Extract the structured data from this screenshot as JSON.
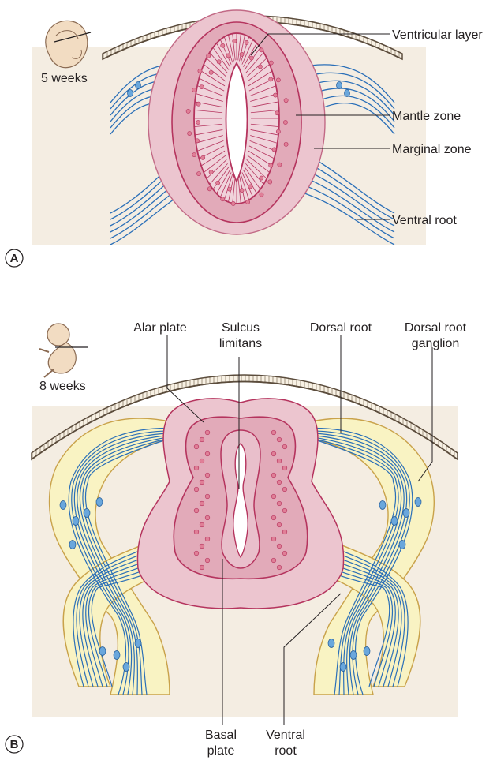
{
  "panel_a": {
    "letter": "A",
    "age": "5 weeks",
    "labels": {
      "ventricular_layer": "Ventricular layer",
      "mantle_zone": "Mantle zone",
      "marginal_zone": "Marginal zone",
      "ventral_root": "Ventral root"
    }
  },
  "panel_b": {
    "letter": "B",
    "age": "8 weeks",
    "labels": {
      "alar_plate": "Alar plate",
      "sulcus_line1": "Sulcus",
      "sulcus_line2": "limitans",
      "dorsal_root": "Dorsal root",
      "drg_line1": "Dorsal root",
      "drg_line2": "ganglion",
      "basal_line1": "Basal",
      "basal_line2": "plate",
      "ventral_line1": "Ventral",
      "ventral_line2": "root"
    }
  },
  "colors": {
    "background": "#f4ede2",
    "marginal_fill": "#ecc5cf",
    "mantle_fill": "#e2aab9",
    "outline": "#b5345e",
    "cell_pink": "#e07f97",
    "fiber_blue": "#2a6fb8",
    "cell_blue": "#6aa7dc",
    "ganglion_fill": "#f9f3c3",
    "ganglion_edge": "#c9a24a"
  },
  "icons": [
    "embryo-5-weeks-icon",
    "embryo-8-weeks-icon"
  ]
}
